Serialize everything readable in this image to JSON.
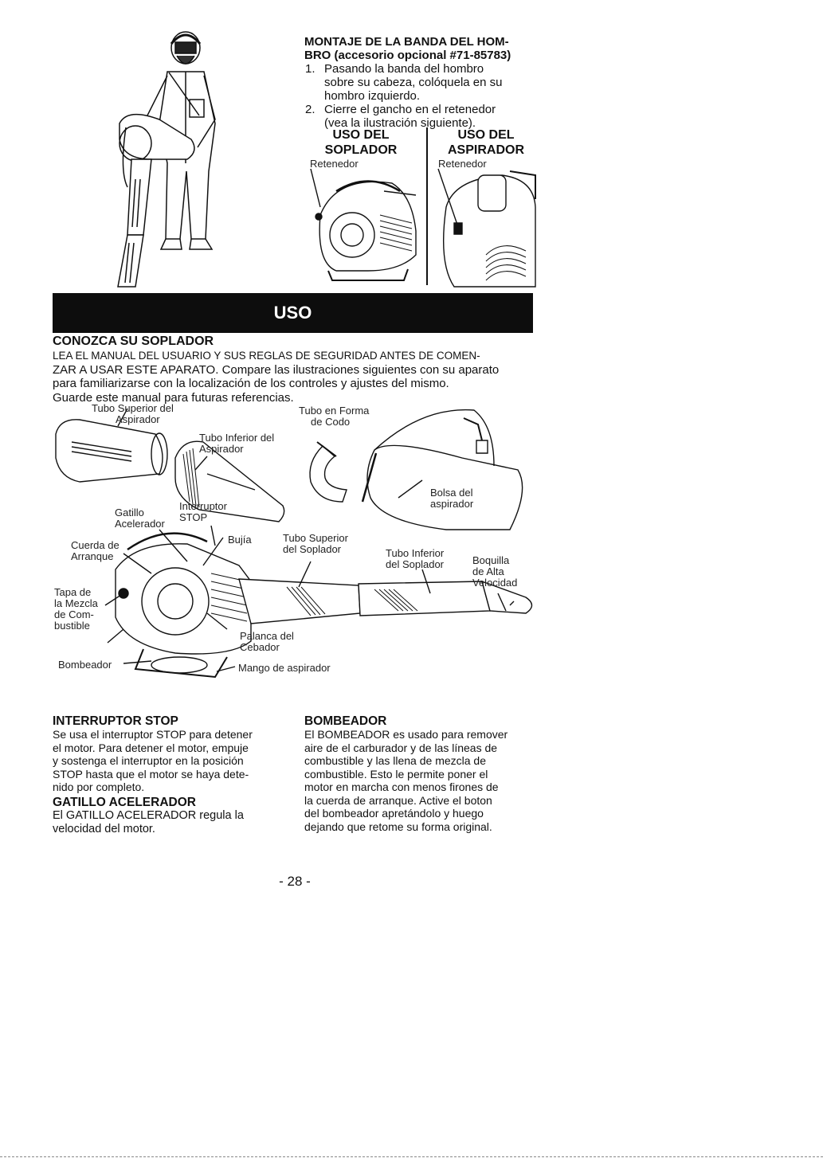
{
  "montaje": {
    "heading_line1": "MONTAJE DE LA BANDA DEL HOM-",
    "heading_line2": "BRO (accesorio opcional #71-85783)",
    "steps": [
      [
        "1.",
        "Pasando la banda del hombro",
        "sobre su cabeza, colóquela en su",
        "hombro izquierdo."
      ],
      [
        "2.",
        "Cierre el gancho en el retenedor",
        "(vea la ilustración siguiente)."
      ]
    ],
    "col_soplador": [
      "USO DEL",
      "SOPLADOR"
    ],
    "col_aspirador": [
      "USO DEL",
      "ASPIRADOR"
    ],
    "retenedor_left": "Retenedor",
    "retenedor_right": "Retenedor"
  },
  "band_title": "USO",
  "conozca": {
    "heading": "CONOZCA SU SOPLADOR",
    "lines": [
      "LEA EL MANUAL DEL USUARIO Y SUS REGLAS DE SEGURIDAD ANTES DE COMEN-",
      "ZAR A USAR ESTE APARATO. Compare las ilustraciones siguientes con su aparato",
      "para familiarizarse con la localización de los controles y ajustes del mismo.",
      "Guarde este manual para futuras referencias."
    ]
  },
  "diagram_labels": {
    "tubo_superior_aspirador": [
      "Tubo Superior del",
      "Aspirador"
    ],
    "tubo_inferior_aspirador": [
      "Tubo Inferior del",
      "Aspirador"
    ],
    "tubo_codo": [
      "Tubo en Forma",
      "de Codo"
    ],
    "bolsa": [
      "Bolsa del",
      "aspirador"
    ],
    "gatillo": [
      "Gatillo",
      "Acelerador"
    ],
    "interruptor": [
      "Interruptor",
      "STOP"
    ],
    "cuerda": [
      "Cuerda de",
      "Arranque"
    ],
    "bujia": [
      "Bujía"
    ],
    "tubo_superior_soplador": [
      "Tubo Superior",
      "del Soplador"
    ],
    "tubo_inferior_soplador": [
      "Tubo Inferior",
      "del Soplador"
    ],
    "boquilla": [
      "Boquilla",
      "de Alta",
      "Velocidad"
    ],
    "tapa": [
      "Tapa de",
      "la Mezcla",
      "de Com-",
      "bustible"
    ],
    "palanca": [
      "Palanca del",
      "Cebador"
    ],
    "bombeador": [
      "Bombeador"
    ],
    "mango": [
      "Mango de aspirador"
    ]
  },
  "interruptor_section": {
    "heading": "INTERRUPTOR STOP",
    "lines": [
      "Se usa el interruptor STOP para detener",
      "el motor. Para detener el motor, empuje",
      "y sostenga el interruptor en la posición",
      "STOP hasta que el motor se haya dete-",
      "nido por completo."
    ]
  },
  "gatillo_section": {
    "heading": "GATILLO ACELERADOR",
    "lines": [
      "El GATILLO ACELERADOR regula la",
      "velocidad del motor."
    ]
  },
  "bombeador_section": {
    "heading": "BOMBEADOR",
    "lines": [
      "El BOMBEADOR es usado para remover",
      "aire de el carburador y de las líneas de",
      "combustible y las llena de mezcla de",
      "combustible. Esto le permite poner el",
      "motor en marcha con menos firones de",
      "la cuerda de arranque. Active el boton",
      "del bombeador apretándolo y huego",
      "dejando que retome su forma original."
    ]
  },
  "page_number": "- 28 -"
}
